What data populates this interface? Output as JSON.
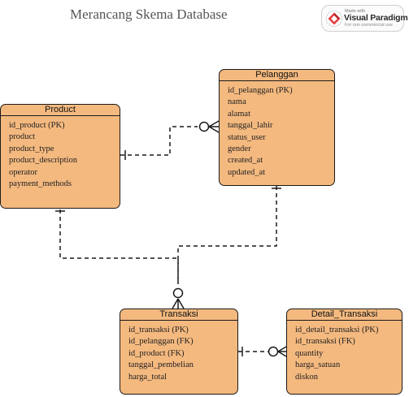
{
  "diagram": {
    "title": "Merancang Skema Database"
  },
  "watermark": {
    "made_with": "Made with",
    "brand": "Visual Paradigm",
    "note": "For non commercial use"
  },
  "entities": {
    "product": {
      "name": "Product",
      "attributes": [
        "id_product (PK)",
        "product",
        "product_type",
        "product_description",
        "operator",
        "payment_methods"
      ]
    },
    "pelanggan": {
      "name": "Pelanggan",
      "attributes": [
        "id_pelanggan (PK)",
        "nama",
        "alamat",
        "tanggal_lahir",
        "status_user",
        "gender",
        "created_at",
        "updated_at"
      ]
    },
    "transaksi": {
      "name": "Transaksi",
      "attributes": [
        "id_transaksi (PK)",
        "id_pelanggan (FK)",
        "id_product (FK)",
        "tanggal_pembelian",
        "harga_total"
      ]
    },
    "detail_transaksi": {
      "name": "Detail_Transaksi",
      "attributes": [
        "id_detail_transaksi (PK)",
        "id_transaksi (FK)",
        "quantity",
        "harga_satuan",
        "diskon"
      ]
    }
  },
  "relationships": [
    {
      "from": "Product",
      "to": "Pelanggan",
      "from_cardinality": "one",
      "to_cardinality": "zero-or-many"
    },
    {
      "from": "Product",
      "to": "Transaksi",
      "from_cardinality": "one",
      "to_cardinality": "zero-or-many"
    },
    {
      "from": "Pelanggan",
      "to": "Transaksi",
      "from_cardinality": "one",
      "to_cardinality": "zero-or-many"
    },
    {
      "from": "Transaksi",
      "to": "Detail_Transaksi",
      "from_cardinality": "one",
      "to_cardinality": "zero-or-many"
    }
  ]
}
